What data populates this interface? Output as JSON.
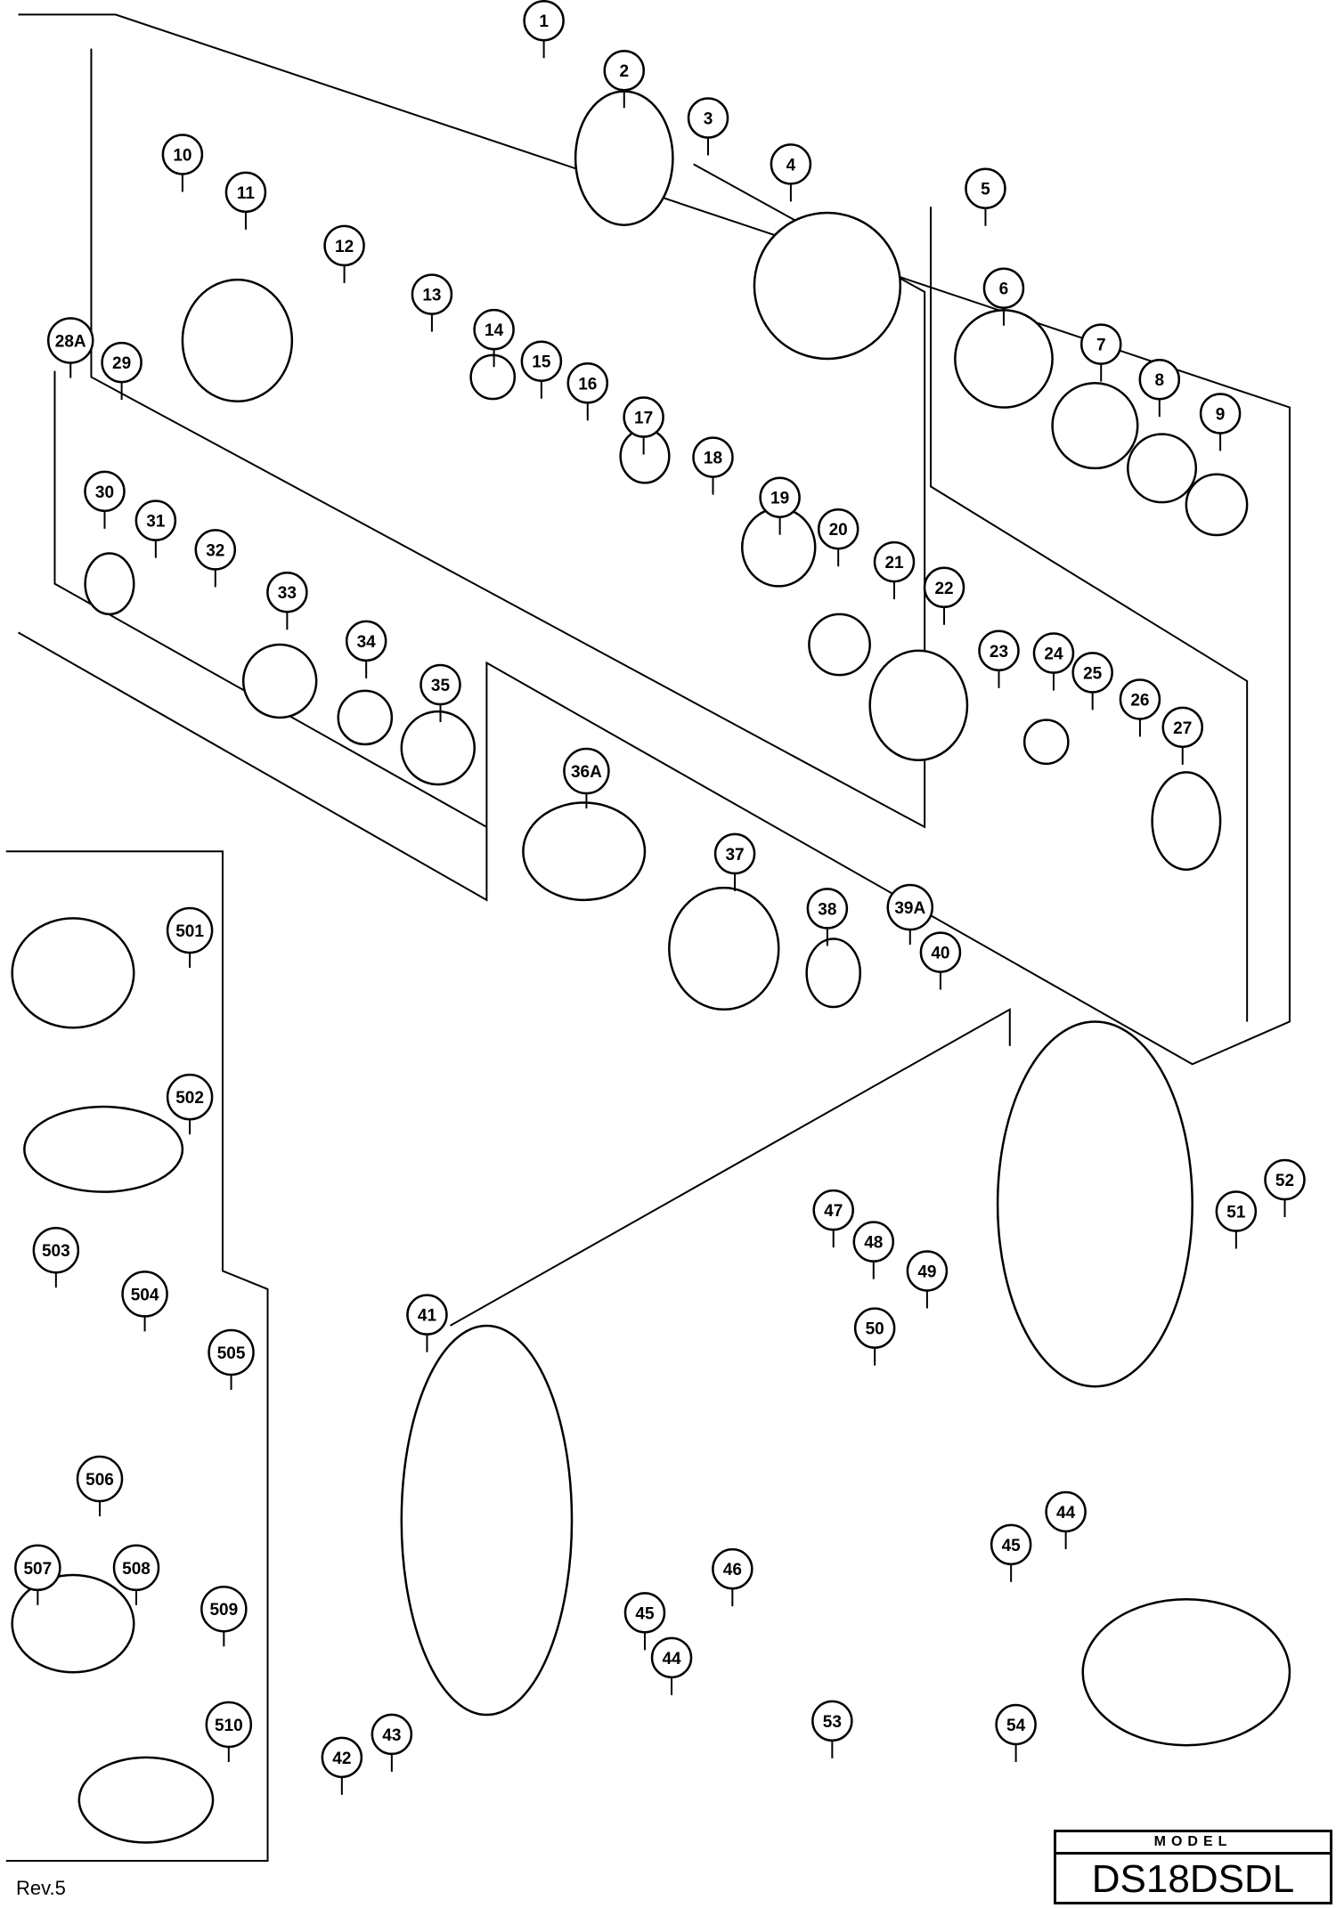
{
  "diagram": {
    "callouts": [
      "1",
      "2",
      "3",
      "4",
      "5",
      "6",
      "7",
      "8",
      "9",
      "10",
      "11",
      "12",
      "13",
      "14",
      "15",
      "16",
      "17",
      "18",
      "19",
      "20",
      "21",
      "22",
      "23",
      "24",
      "25",
      "26",
      "27",
      "28A",
      "29",
      "30",
      "31",
      "32",
      "33",
      "34",
      "35",
      "36A",
      "37",
      "38",
      "39A",
      "40",
      "41",
      "42",
      "43",
      "44",
      "45",
      "46",
      "47",
      "48",
      "49",
      "50",
      "51",
      "52",
      "53",
      "54",
      "44",
      "45",
      "501",
      "502",
      "503",
      "504",
      "505",
      "506",
      "507",
      "508",
      "509",
      "510"
    ]
  },
  "footer": {
    "revision": "Rev.5",
    "model_label": "MODEL",
    "model_name": "DS18DSDL"
  }
}
